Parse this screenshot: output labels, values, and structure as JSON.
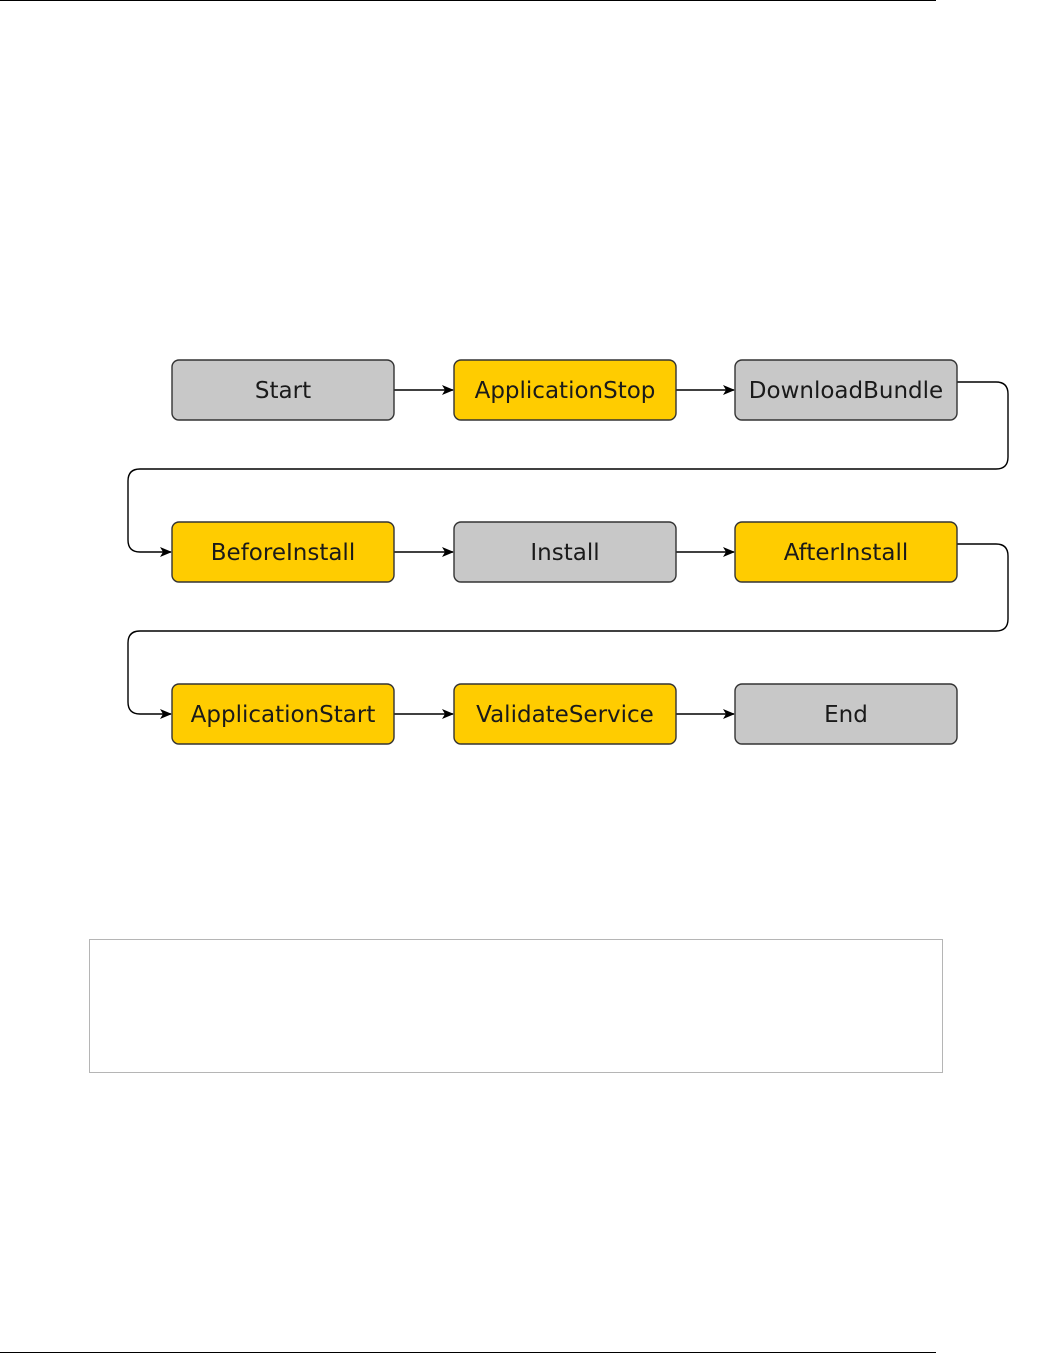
{
  "colors": {
    "event_hook": "#ffcc00",
    "system_step": "#c8c8c8",
    "connector": "#000000"
  },
  "diagram": {
    "nodes": [
      {
        "id": "start",
        "label": "Start",
        "kind": "system_step"
      },
      {
        "id": "application-stop",
        "label": "ApplicationStop",
        "kind": "event_hook"
      },
      {
        "id": "download-bundle",
        "label": "DownloadBundle",
        "kind": "system_step"
      },
      {
        "id": "before-install",
        "label": "BeforeInstall",
        "kind": "event_hook"
      },
      {
        "id": "install",
        "label": "Install",
        "kind": "system_step"
      },
      {
        "id": "after-install",
        "label": "AfterInstall",
        "kind": "event_hook"
      },
      {
        "id": "application-start",
        "label": "ApplicationStart",
        "kind": "event_hook"
      },
      {
        "id": "validate-service",
        "label": "ValidateService",
        "kind": "event_hook"
      },
      {
        "id": "end",
        "label": "End",
        "kind": "system_step"
      }
    ],
    "edges": [
      {
        "from": "start",
        "to": "application-stop"
      },
      {
        "from": "application-stop",
        "to": "download-bundle"
      },
      {
        "from": "download-bundle",
        "to": "before-install"
      },
      {
        "from": "before-install",
        "to": "install"
      },
      {
        "from": "install",
        "to": "after-install"
      },
      {
        "from": "after-install",
        "to": "application-start"
      },
      {
        "from": "application-start",
        "to": "validate-service"
      },
      {
        "from": "validate-service",
        "to": "end"
      }
    ]
  }
}
